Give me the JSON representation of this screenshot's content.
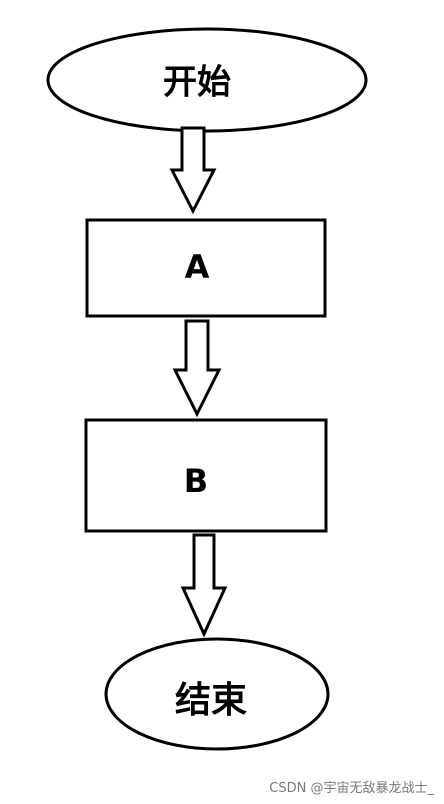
{
  "diagram": {
    "type": "flowchart",
    "direction": "top-to-bottom",
    "nodes": [
      {
        "id": "start",
        "shape": "ellipse",
        "label": "开始"
      },
      {
        "id": "a",
        "shape": "rectangle",
        "label": "A"
      },
      {
        "id": "b",
        "shape": "rectangle",
        "label": "B"
      },
      {
        "id": "end",
        "shape": "ellipse",
        "label": "结束"
      }
    ],
    "edges": [
      {
        "from": "start",
        "to": "a",
        "style": "hollow-block-arrow"
      },
      {
        "from": "a",
        "to": "b",
        "style": "hollow-block-arrow"
      },
      {
        "from": "b",
        "to": "end",
        "style": "hollow-block-arrow"
      }
    ]
  },
  "watermark": {
    "text": "CSDN @宇宙无敌暴龙战士_"
  },
  "colors": {
    "background": "#ffffff",
    "stroke": "#000000",
    "watermark": "#7a7a7a"
  }
}
